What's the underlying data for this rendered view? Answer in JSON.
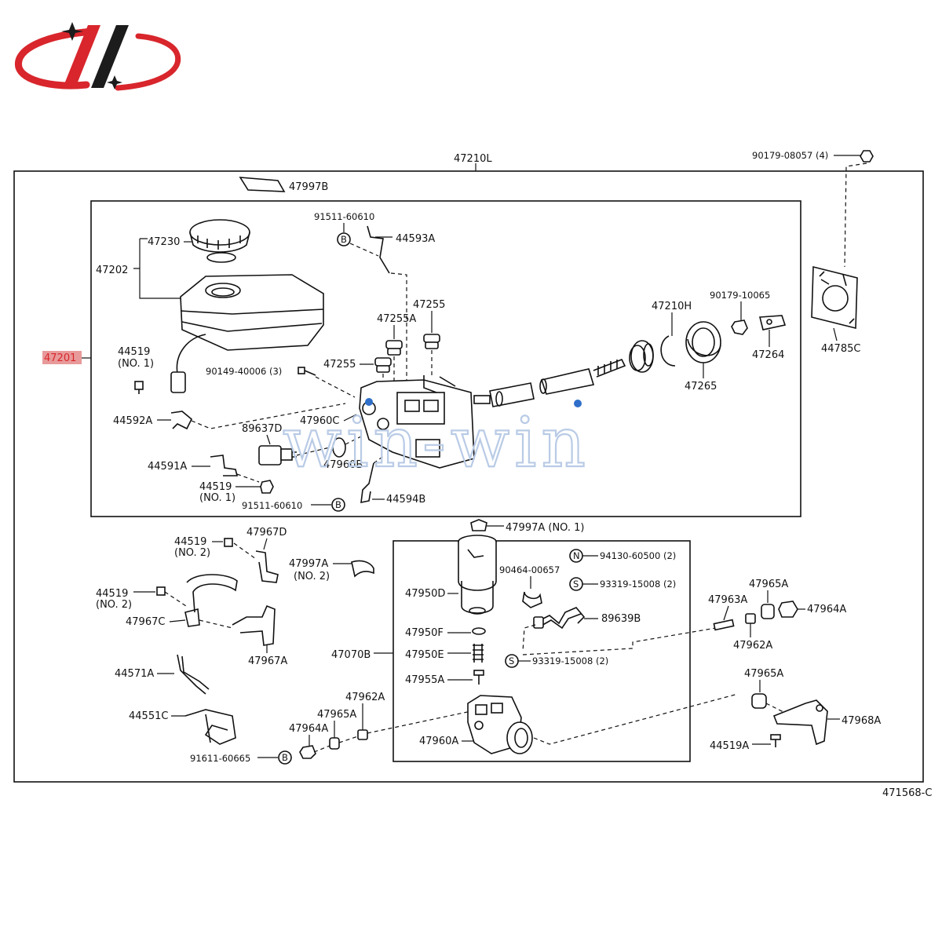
{
  "colors": {
    "logo_red": "#d8262c",
    "logo_dark": "#1c1c1c",
    "highlight": "#e89a9a",
    "highlight_text": "#d8262c",
    "watermark": "#b9cbe6",
    "watermark_dot": "#2f6fc9"
  },
  "watermark": {
    "text": "win-win"
  },
  "diagram_id": "471568-C",
  "labels": {
    "assy_47210L": "47210L",
    "p90179_08057": "90179-08057 (4)",
    "p47997B": "47997B",
    "p91511_60610_top": "91511-60610",
    "p44593A": "44593A",
    "p47230": "47230",
    "p47202": "47202",
    "p47255": "47255",
    "p47255A": "47255A",
    "p47210H": "47210H",
    "p90179_10065": "90179-10065",
    "p47201": "47201",
    "p44519_no1": "44519",
    "no1_a": "(NO. 1)",
    "p90149_40006": "90149-40006 (3)",
    "p47255_b": "47255",
    "p47264": "47264",
    "p47265": "47265",
    "p44785C": "44785C",
    "p44592A": "44592A",
    "p47960C": "47960C",
    "p89637D": "89637D",
    "p47960B": "47960B",
    "p44591A": "44591A",
    "p44519_no1_b": "44519",
    "no1_b": "(NO. 1)",
    "p91511_60610_bot": "91511-60610",
    "p44594B": "44594B",
    "p47997A_no1": "47997A (NO. 1)",
    "p44519_no2_a": "44519",
    "no2_a": "(NO. 2)",
    "p47967D": "47967D",
    "p47997A_no2": "47997A",
    "no2_c": "(NO. 2)",
    "p94130_60500": "94130-60500 (2)",
    "p90464_00657": "90464-00657",
    "p93319_15008_a": "93319-15008 (2)",
    "p44519_no2_b": "44519",
    "no2_b": "(NO. 2)",
    "p47950D": "47950D",
    "p89639B": "89639B",
    "p47963A": "47963A",
    "p47965A_a": "47965A",
    "p47964A_a": "47964A",
    "p47962A_a": "47962A",
    "p47967C": "47967C",
    "p47967A": "47967A",
    "p47950F": "47950F",
    "p47070B": "47070B",
    "p47950E": "47950E",
    "p93319_15008_b": "93319-15008 (2)",
    "p44571A": "44571A",
    "p47955A": "47955A",
    "p47965A_b": "47965A",
    "p47962A_b": "47962A",
    "p44551C": "44551C",
    "p47965A_c": "47965A",
    "p47968A": "47968A",
    "p47964A_b": "47964A",
    "p47960A": "47960A",
    "p44519A": "44519A",
    "p91611_60665": "91611-60665"
  },
  "symbols": {
    "B": "B",
    "N": "N",
    "S": "S"
  }
}
